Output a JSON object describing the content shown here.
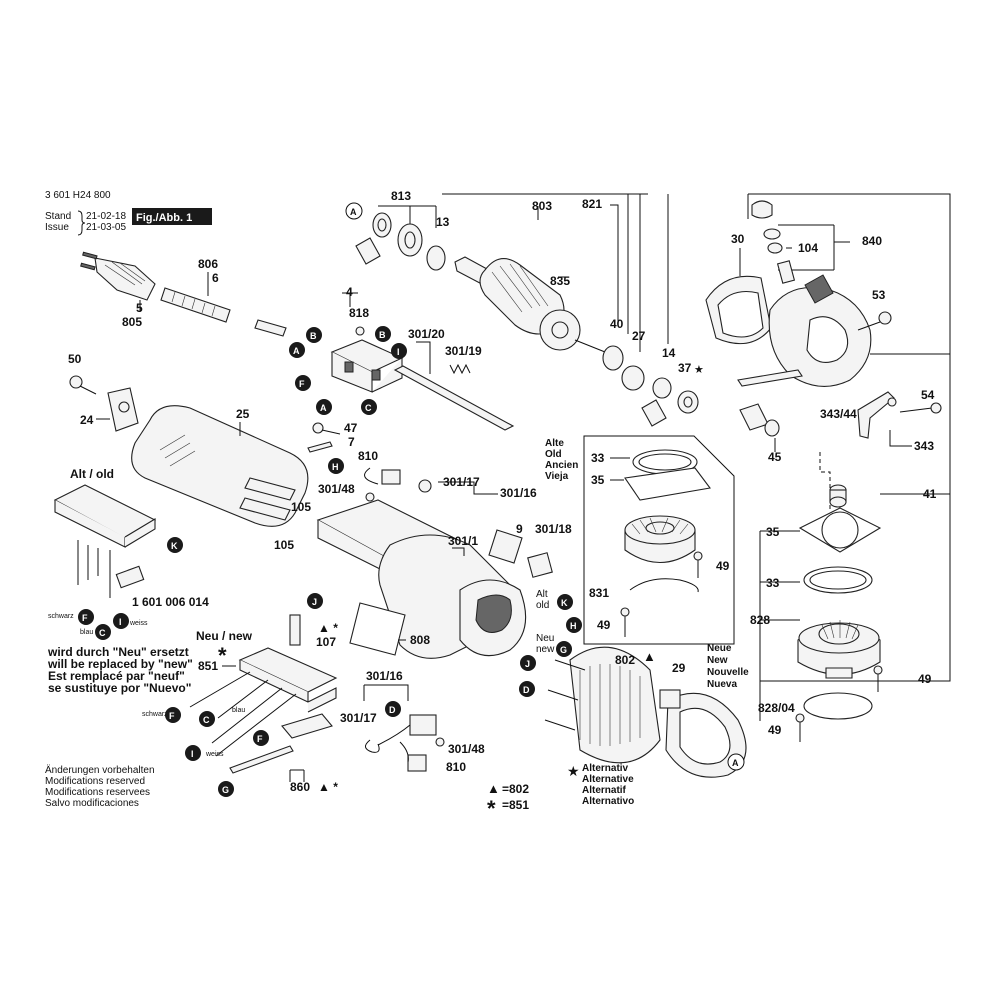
{
  "header": {
    "doc_number": "3 601 H24 800",
    "stand_label": "Stand",
    "issue_label": "Issue",
    "stand_date": "21-02-18",
    "issue_date": "21-03-05",
    "figure_label": "Fig./Abb. 1"
  },
  "part_numbers": {
    "p813": "813",
    "p803": "803",
    "p821": "821",
    "p13": "13",
    "p835": "835",
    "p806": "806",
    "p6": "6",
    "p5": "5",
    "p805": "805",
    "p4": "4",
    "p818": "818",
    "p301_20": "301/20",
    "p301_19": "301/19",
    "p50": "50",
    "p24": "24",
    "p25": "25",
    "p47": "47",
    "p7": "7",
    "p810a": "810",
    "p301_48a": "301/48",
    "p301_17a": "301/17",
    "p301_16a": "301/16",
    "p105a": "105",
    "p105b": "105",
    "p301_1": "301/1",
    "p9": "9",
    "p301_18": "301/18",
    "p808": "808",
    "p107": "107",
    "p851": "851",
    "p860": "860",
    "p301_16b": "301/16",
    "p301_17b": "301/17",
    "p301_48b": "301/48",
    "p810b": "810",
    "p802": "802",
    "p29": "29",
    "p40": "40",
    "p27": "27",
    "p14": "14",
    "p37": "37",
    "p30": "30",
    "p104": "104",
    "p840": "840",
    "p53": "53",
    "p54": "54",
    "p343_44": "343/44",
    "p343": "343",
    "p45": "45",
    "p41": "41",
    "p33a": "33",
    "p35a": "35",
    "p49a": "49",
    "p831": "831",
    "p49b": "49",
    "p35b": "35",
    "p33b": "33",
    "p828": "828",
    "p49c": "49",
    "p828_04": "828/04",
    "p49d": "49",
    "cat_number": "1 601 006 014"
  },
  "labels": {
    "alt_old": "Alt / old",
    "neu_new": "Neu / new",
    "alt_old_small_1": "Alt",
    "alt_old_small_2": "old",
    "neu_new_small_1": "Neu",
    "neu_new_small_2": "new",
    "wire_schwarz_1": "schwarz",
    "wire_blau_1": "blau",
    "wire_weiss_1": "weiss",
    "wire_schwarz_2": "schwarz",
    "wire_blau_2": "blau",
    "wire_weiss_2": "weiss"
  },
  "replacement_note": [
    "wird durch \"Neu\" ersetzt",
    "will be replaced by \"new\"",
    "Est remplacé par \"neuf\"",
    "se sustituye por \"Nuevo\""
  ],
  "old_box_labels": [
    "Alte",
    "Old",
    "Ancien",
    "Vieja"
  ],
  "new_box_labels": [
    "Neue",
    "New",
    "Nouvelle",
    "Nueva"
  ],
  "modifications_note": [
    "Änderungen vorbehalten",
    "Modifications reserved",
    "Modifications reservees",
    "Salvo modificaciones"
  ],
  "legend": {
    "triangle_ref": "=802",
    "star_ref": "=851",
    "alternative_lines": [
      "Alternativ",
      "Alternative",
      "Alternatif",
      "Alternativo"
    ]
  },
  "callout_letters": [
    "A",
    "B",
    "C",
    "D",
    "F",
    "G",
    "H",
    "I",
    "J",
    "K"
  ]
}
